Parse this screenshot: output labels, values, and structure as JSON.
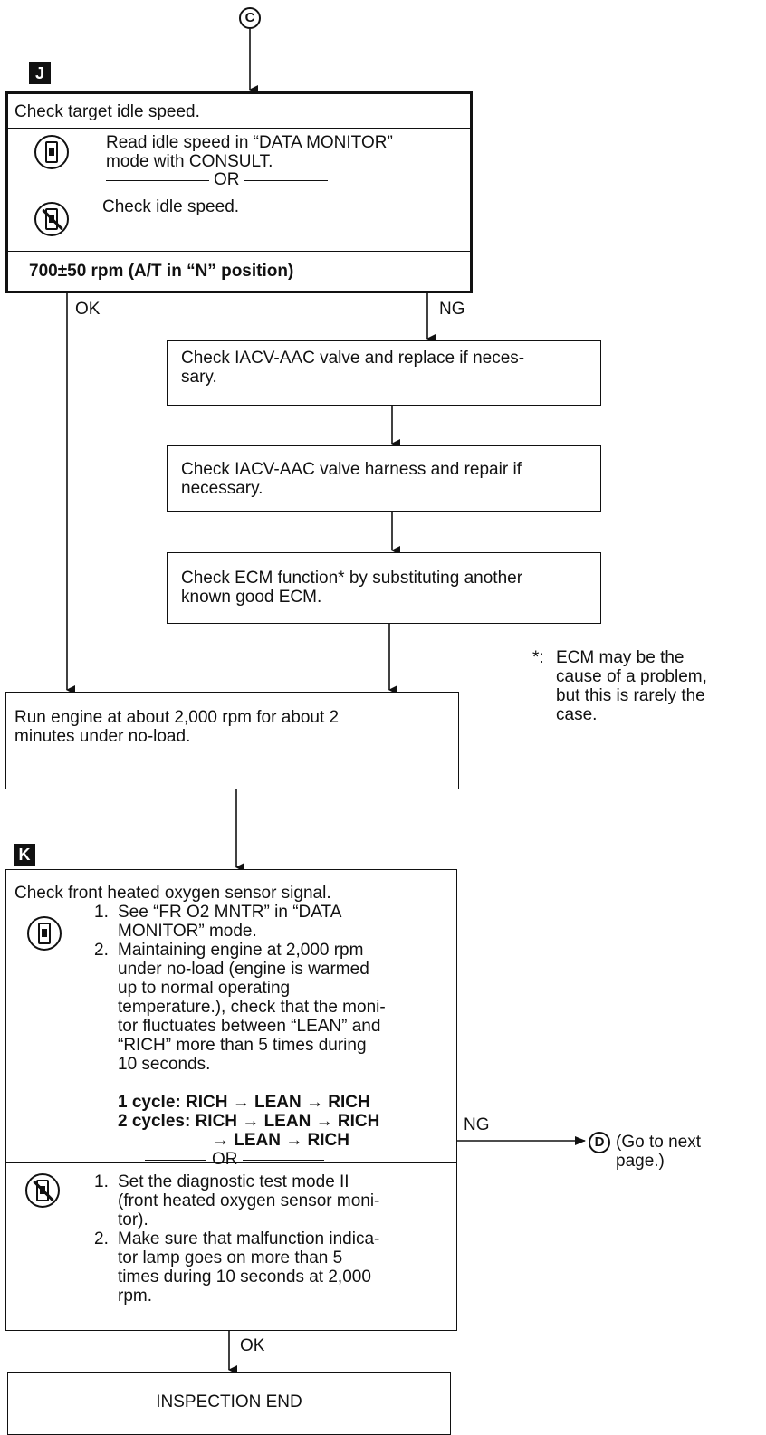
{
  "connectors": {
    "top": "C",
    "bottom": "D"
  },
  "markers": {
    "j": "J",
    "k": "K"
  },
  "step_j": {
    "title": "Check target idle speed.",
    "consult_text": "Read idle speed in “DATA MONITOR” mode with CONSULT.",
    "or": "OR",
    "no_consult_text": "Check idle speed.",
    "spec": "700±50 rpm (A/T in “N” position)"
  },
  "labels": {
    "ok": "OK",
    "ng": "NG"
  },
  "ng_steps": [
    "Check IACV-AAC valve and replace if neces-\nsary.",
    "Check IACV-AAC valve harness and repair if\nnecessary.",
    "Check ECM function* by substituting another\nknown good ECM."
  ],
  "footnote": {
    "mark": "*:",
    "text": "ECM may be the\ncause of a problem,\nbut this is rarely the\ncase."
  },
  "run_engine": "Run engine at about 2,000 rpm for about 2\nminutes under no-load.",
  "step_k": {
    "title": "Check front heated oxygen sensor signal.",
    "consult_items": [
      {
        "n": "1.",
        "text": "See “FR O2 MNTR” in “DATA\nMONITOR” mode."
      },
      {
        "n": "2.",
        "text": "Maintaining engine at 2,000 rpm\nunder no-load (engine is warmed\nup to normal operating\ntemperature.), check that the moni-\ntor fluctuates between “LEAN” and\n“RICH” more than 5 times during\n10 seconds."
      }
    ],
    "cycle1": "1 cycle: RICH → LEAN → RICH",
    "cycle2a": "2 cycles: RICH → LEAN → RICH",
    "cycle2b": "→ LEAN → RICH",
    "or": "OR",
    "no_consult_items": [
      {
        "n": "1.",
        "text": "Set the diagnostic test mode II\n(front heated oxygen sensor moni-\ntor)."
      },
      {
        "n": "2.",
        "text": "Make sure that malfunction indica-\ntor lamp goes on more than 5\ntimes during 10 seconds at 2,000\nrpm."
      }
    ]
  },
  "goto_next": "(Go to next\npage.)",
  "end": "INSPECTION END"
}
